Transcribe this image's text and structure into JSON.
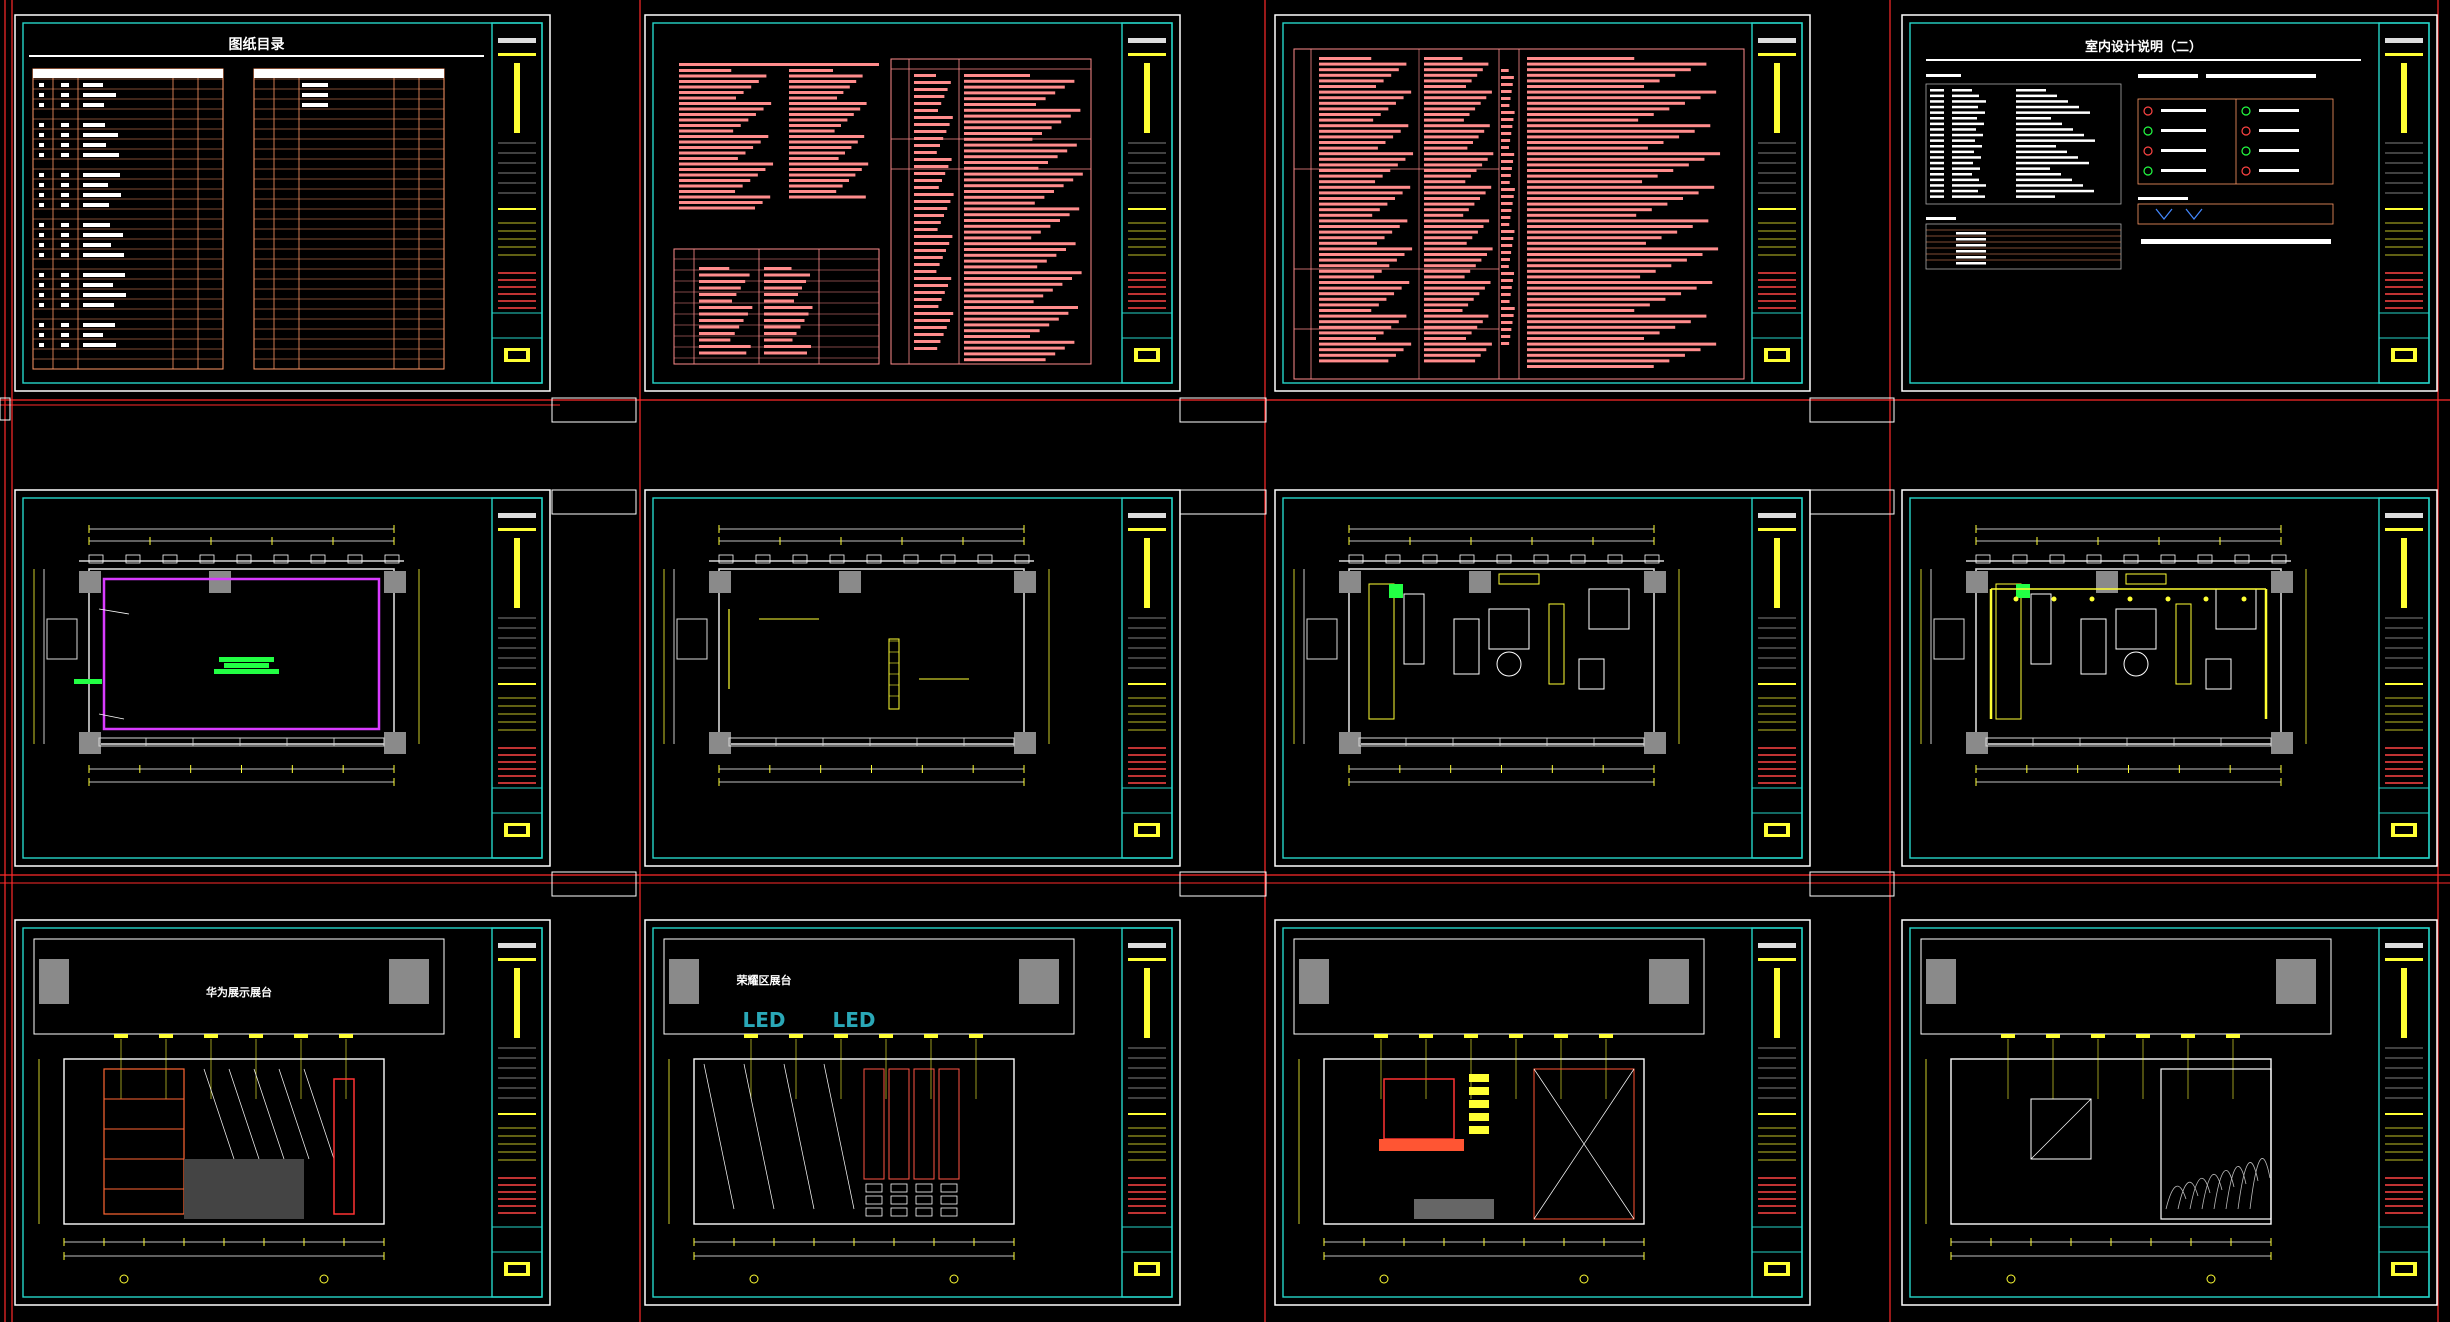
{
  "app": {
    "background": "#000000"
  },
  "colors": {
    "sheet_border": "#ffffff",
    "inner_frame": "#25d5c9",
    "guide_red": "#ff2a2a",
    "guide_magenta": "#d93cff",
    "text_red": "#ff8c8c",
    "table_orange": "#ff9966",
    "dim_yellow": "#ffff33",
    "wall_white": "#d8d8d8",
    "column_gray": "#8a8a8a",
    "accent_green": "#22ff44",
    "led_cyan": "#2aa8b8"
  },
  "sheets": [
    {
      "id": "sheet-1",
      "kind": "index",
      "title": "图纸目录"
    },
    {
      "id": "sheet-2",
      "kind": "notes",
      "title": ""
    },
    {
      "id": "sheet-3",
      "kind": "notes-wide",
      "title": ""
    },
    {
      "id": "sheet-4",
      "kind": "legend",
      "title": "室内设计说明（二）"
    },
    {
      "id": "sheet-5",
      "kind": "plan-original",
      "title": ""
    },
    {
      "id": "sheet-6",
      "kind": "plan-walls",
      "title": ""
    },
    {
      "id": "sheet-7",
      "kind": "plan-furniture",
      "title": ""
    },
    {
      "id": "sheet-8",
      "kind": "plan-lighting",
      "title": ""
    },
    {
      "id": "sheet-9",
      "kind": "elevation-a",
      "title": "华为展示展台",
      "plan_label": "华为展示展台"
    },
    {
      "id": "sheet-10",
      "kind": "elevation-b",
      "title": "",
      "plan_label": "荣耀区展台",
      "led_labels": [
        "LED",
        "LED"
      ]
    },
    {
      "id": "sheet-11",
      "kind": "elevation-c",
      "title": ""
    },
    {
      "id": "sheet-12",
      "kind": "elevation-d",
      "title": ""
    }
  ]
}
